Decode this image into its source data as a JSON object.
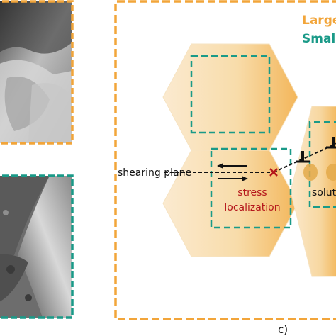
{
  "colors": {
    "orange_frame": "#f2a53a",
    "teal_frame": "#1a9a88",
    "grain_fill": "#f6d9a6",
    "grain_edge": "#f3c070",
    "stress_red": "#b5161b",
    "text_dark": "#111111"
  },
  "legend": {
    "large_scale": "Large-s",
    "small_scale": "Small-s"
  },
  "diagram": {
    "shearing_plane": "shearing plane",
    "stress_localization_line1": "stress",
    "stress_localization_line2": "localization",
    "solute": "solute",
    "panel_label": "c)"
  },
  "icons": {
    "crack_marker": "red-x-mark",
    "dislocation": "dislocation-symbol"
  }
}
